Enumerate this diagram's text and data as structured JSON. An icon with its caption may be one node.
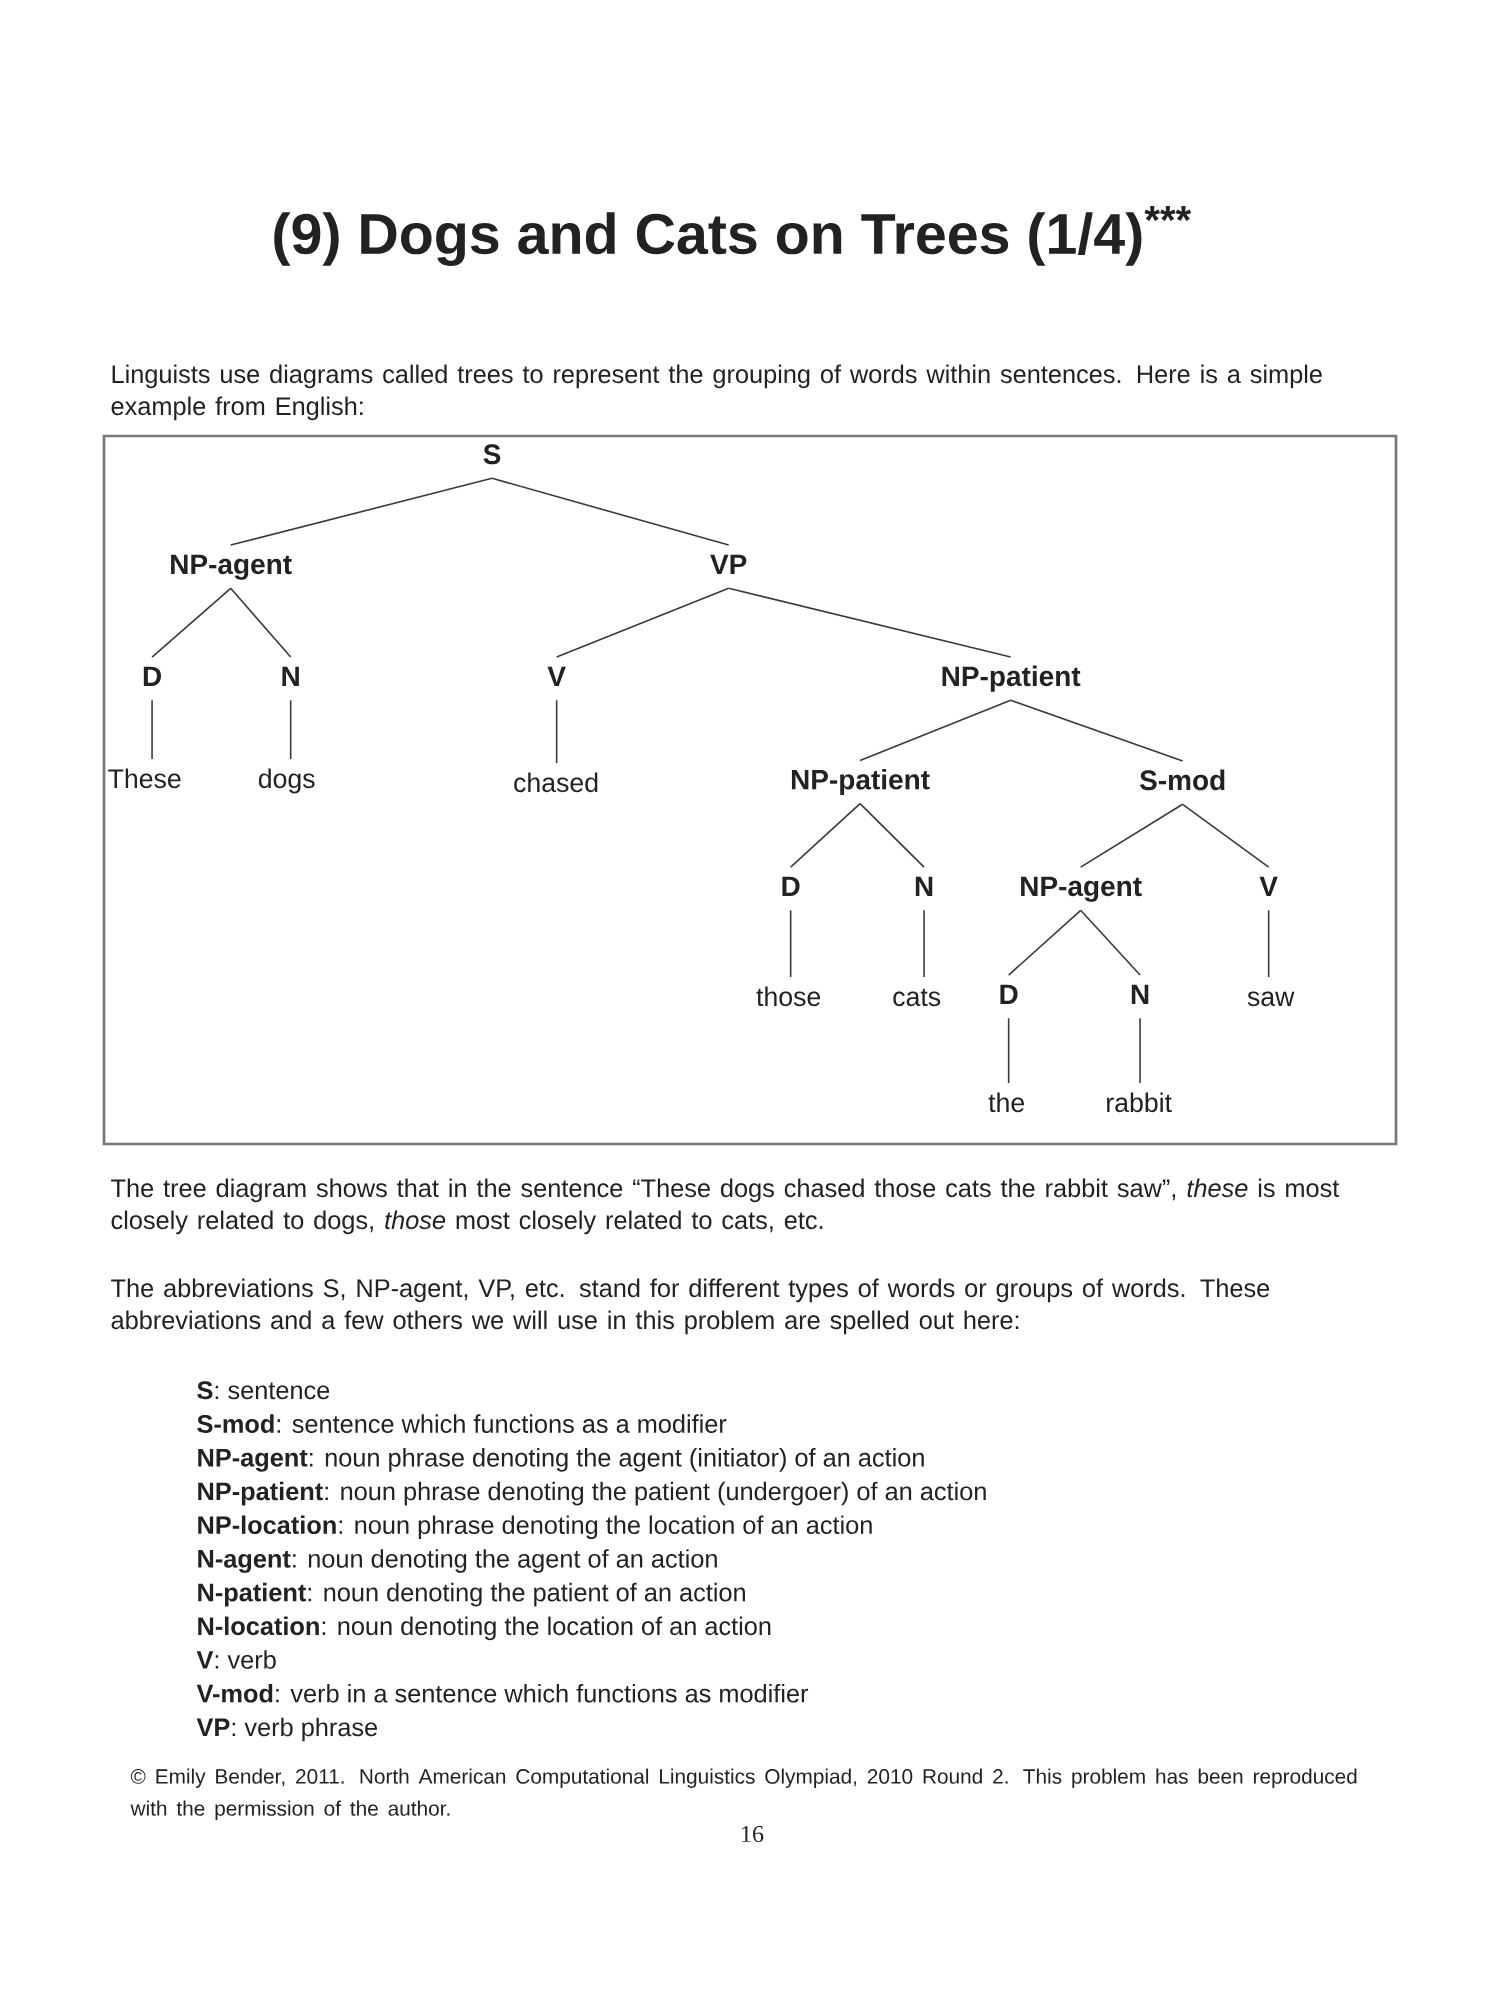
{
  "diagram": {
    "title": "(9) Dogs and Cats on Trees (1/4)$^{***}$",
    "nodes": [
      {
        "text": [],
        "shape": "box"
      },
      {
        "text": [
          "S"
        ],
        "in": 0
      },
      {
        "text": [
          "NP-agent"
        ],
        "in": 0
      },
      {
        "text": [
          "VP"
        ],
        "in": 0
      },
      {
        "text": [
          "D"
        ],
        "in": 0
      },
      {
        "text": [
          "N"
        ],
        "in": 0
      },
      {
        "text": [
          "V"
        ],
        "in": 0
      },
      {
        "text": [
          "NP-patient"
        ],
        "in": 0
      },
      {
        "text": [
          "These"
        ],
        "in": 0
      },
      {
        "text": [
          "dogs"
        ],
        "in": 0
      },
      {
        "text": [
          "chased"
        ],
        "in": 0
      },
      {
        "text": [
          "NP-patient"
        ],
        "in": 0
      },
      {
        "text": [
          "S-mod"
        ],
        "in": 0
      },
      {
        "text": [
          "D"
        ],
        "in": 0
      },
      {
        "text": [
          "N"
        ],
        "in": 0
      },
      {
        "text": [
          "NP-agent"
        ],
        "in": 0
      },
      {
        "text": [
          "V"
        ],
        "in": 0
      },
      {
        "text": [
          "those"
        ],
        "in": 0
      },
      {
        "text": [
          "cats"
        ],
        "in": 0
      },
      {
        "text": [
          "D"
        ],
        "in": 0
      },
      {
        "text": [
          "N"
        ],
        "in": 0
      },
      {
        "text": [
          "saw"
        ],
        "in": 0
      },
      {
        "text": [
          "the"
        ],
        "in": 0
      },
      {
        "text": [
          "rabbit"
        ],
        "in": 0
      }
    ],
    "edges": [
      {
        "from": 1,
        "to": 2,
        "arrow": "none"
      },
      {
        "from": 1,
        "to": 3,
        "arrow": "none"
      },
      {
        "from": 2,
        "to": 4,
        "arrow": "none"
      },
      {
        "from": 2,
        "to": 5,
        "arrow": "none"
      },
      {
        "from": 3,
        "to": 6,
        "arrow": "none"
      },
      {
        "from": 3,
        "to": 7,
        "arrow": "none"
      },
      {
        "from": 4,
        "to": 8,
        "arrow": "none"
      },
      {
        "from": 5,
        "to": 9,
        "arrow": "none"
      },
      {
        "from": 6,
        "to": 10,
        "arrow": "none"
      },
      {
        "from": 7,
        "to": 11,
        "arrow": "none"
      },
      {
        "from": 7,
        "to": 12,
        "arrow": "none"
      },
      {
        "from": 11,
        "to": 13,
        "arrow": "none"
      },
      {
        "from": 11,
        "to": 14,
        "arrow": "none"
      },
      {
        "from": 12,
        "to": 15,
        "arrow": "none"
      },
      {
        "from": 12,
        "to": 16,
        "arrow": "none"
      },
      {
        "from": 13,
        "to": 17,
        "arrow": "none"
      },
      {
        "from": 14,
        "to": 18,
        "arrow": "none"
      },
      {
        "from": 15,
        "to": 19,
        "arrow": "none"
      },
      {
        "from": 15,
        "to": 20,
        "arrow": "none"
      },
      {
        "from": 16,
        "to": 21,
        "arrow": "none"
      },
      {
        "from": 19,
        "to": 22,
        "arrow": "none"
      },
      {
        "from": 20,
        "to": 23,
        "arrow": "none"
      }
    ],
    "labels": [
      "Linguists use diagrams called trees to represent the grouping of words within sentences. Here is a simple example from English:",
      "The tree diagram shows that in the sentence “These dogs chased those cats the rabbit saw”, *these* is most closely related to dogs, *those* most closely related to cats, etc.",
      "The abbreviations S, NP-agent, VP, etc. stand for different types of words or groups of words. These abbreviations and a few others we will use in this problem are spelled out here:",
      "**S**: sentence",
      "**S-mod**: sentence which functions as a modifier",
      "**NP-agent**: noun phrase denoting the agent (initiator) of an action",
      "**NP-patient**: noun phrase denoting the patient (undergoer) of an action",
      "**NP-location**: noun phrase denoting the location of an action",
      "**N-agent**: noun denoting the agent of an action",
      "**N-patient**: noun denoting the patient of an action",
      "**N-location**: noun denoting the location of an action",
      "**V**: verb",
      "**V-mod**: verb in a sentence which functions as modifier",
      "**VP**: verb phrase",
      "© Emily Bender, 2011. North American Computational Linguistics Olympiad, 2010 Round 2. This problem has been reproduced with the permission of the author.",
      "16"
    ]
  }
}
